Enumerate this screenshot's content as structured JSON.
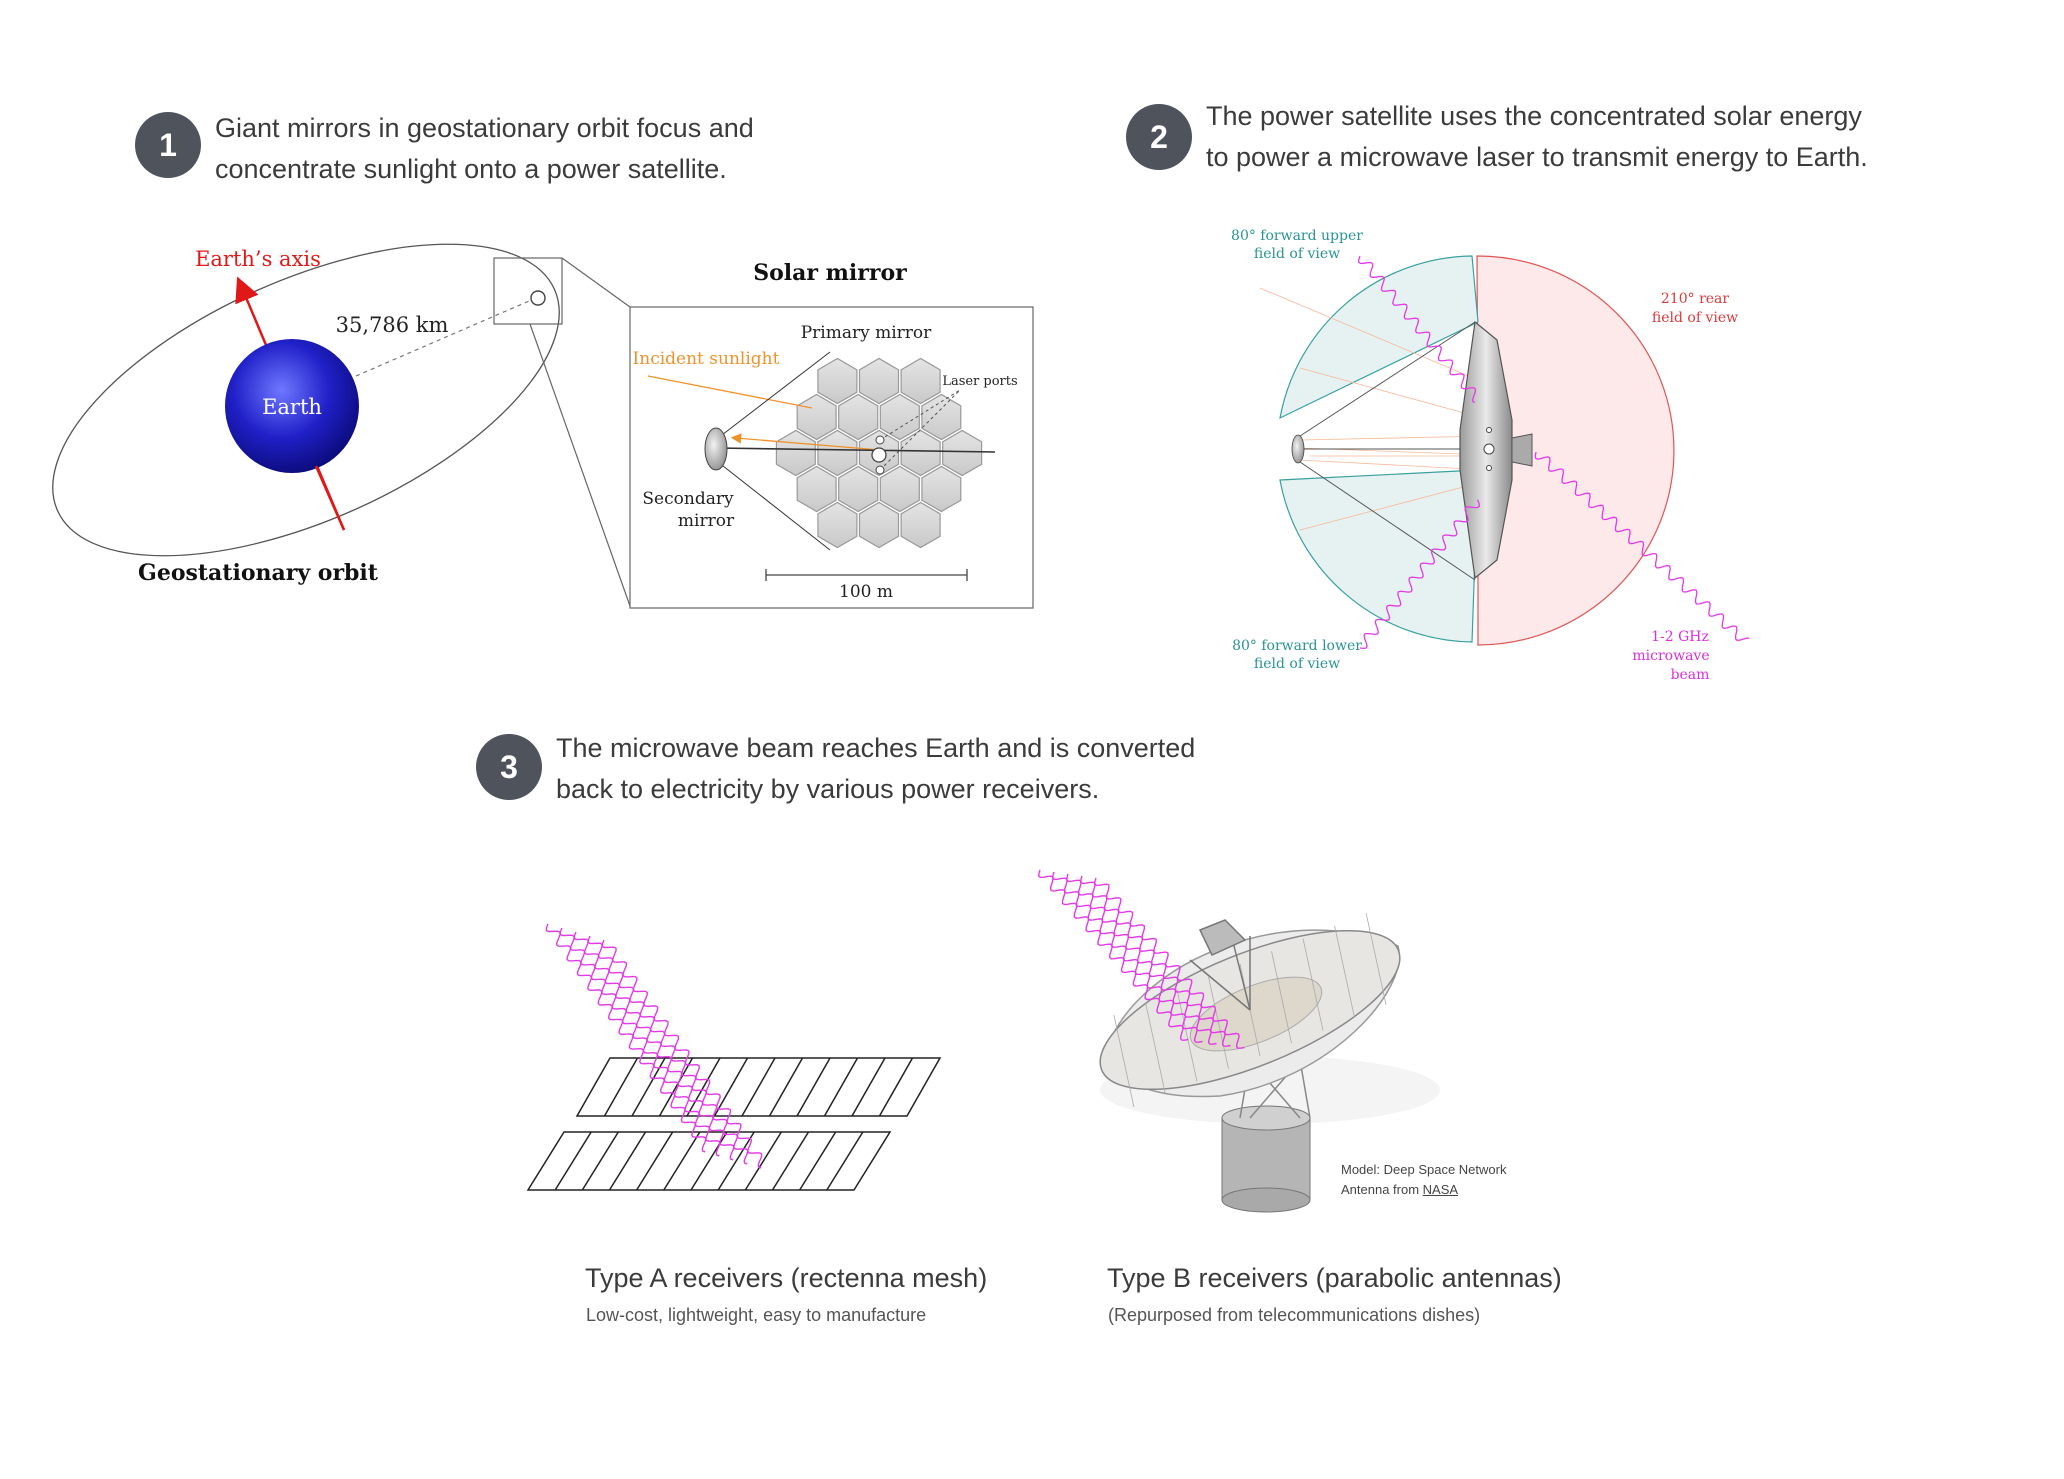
{
  "steps": [
    {
      "number": "1",
      "lines": [
        "Giant mirrors in geostationary orbit focus and",
        "concentrate sunlight onto a power satellite."
      ]
    },
    {
      "number": "2",
      "lines": [
        "The power satellite uses the concentrated solar energy",
        "to power a microwave laser to transmit energy to Earth."
      ]
    },
    {
      "number": "3",
      "lines": [
        "The microwave beam reaches Earth and is converted",
        "back to electricity by various power receivers."
      ]
    }
  ],
  "orbit_diagram": {
    "axis_label": "Earth’s axis",
    "earth_label": "Earth",
    "distance_label": "35,786 km",
    "orbit_label": "Geostationary orbit"
  },
  "mirror_diagram": {
    "title": "Solar mirror",
    "primary_label": "Primary mirror",
    "incident_label": "Incident sunlight",
    "laser_ports_label": "Laser ports",
    "secondary_label_1": "Secondary",
    "secondary_label_2": "mirror",
    "scale_label": "100 m"
  },
  "satellite_diagram": {
    "upper_fov_1": "80° forward upper",
    "upper_fov_2": "field of view",
    "lower_fov_1": "80° forward lower",
    "lower_fov_2": "field of view",
    "rear_fov_1": "210° rear",
    "rear_fov_2": "field of view",
    "beam_1": "1-2 GHz",
    "beam_2": "microwave",
    "beam_3": "beam"
  },
  "receivers": {
    "type_a_title": "Type A receivers (rectenna mesh)",
    "type_a_sub": "Low-cost, lightweight, easy to manufacture",
    "type_b_title": "Type B receivers (parabolic antennas)",
    "type_b_sub": "(Repurposed from telecommunications dishes)",
    "credit_line1": "Model: Deep Space Network",
    "credit_line2_prefix": "Antenna from ",
    "credit_link": "NASA"
  },
  "colors": {
    "badge": "#4e535c",
    "axis_red": "#e01818",
    "incident_orange": "#f0922b",
    "teal_fov": "#3aa1a0",
    "rear_red": "#e05555",
    "beam_magenta": "#e23be6",
    "earth_blue": "#1a1aa8"
  }
}
